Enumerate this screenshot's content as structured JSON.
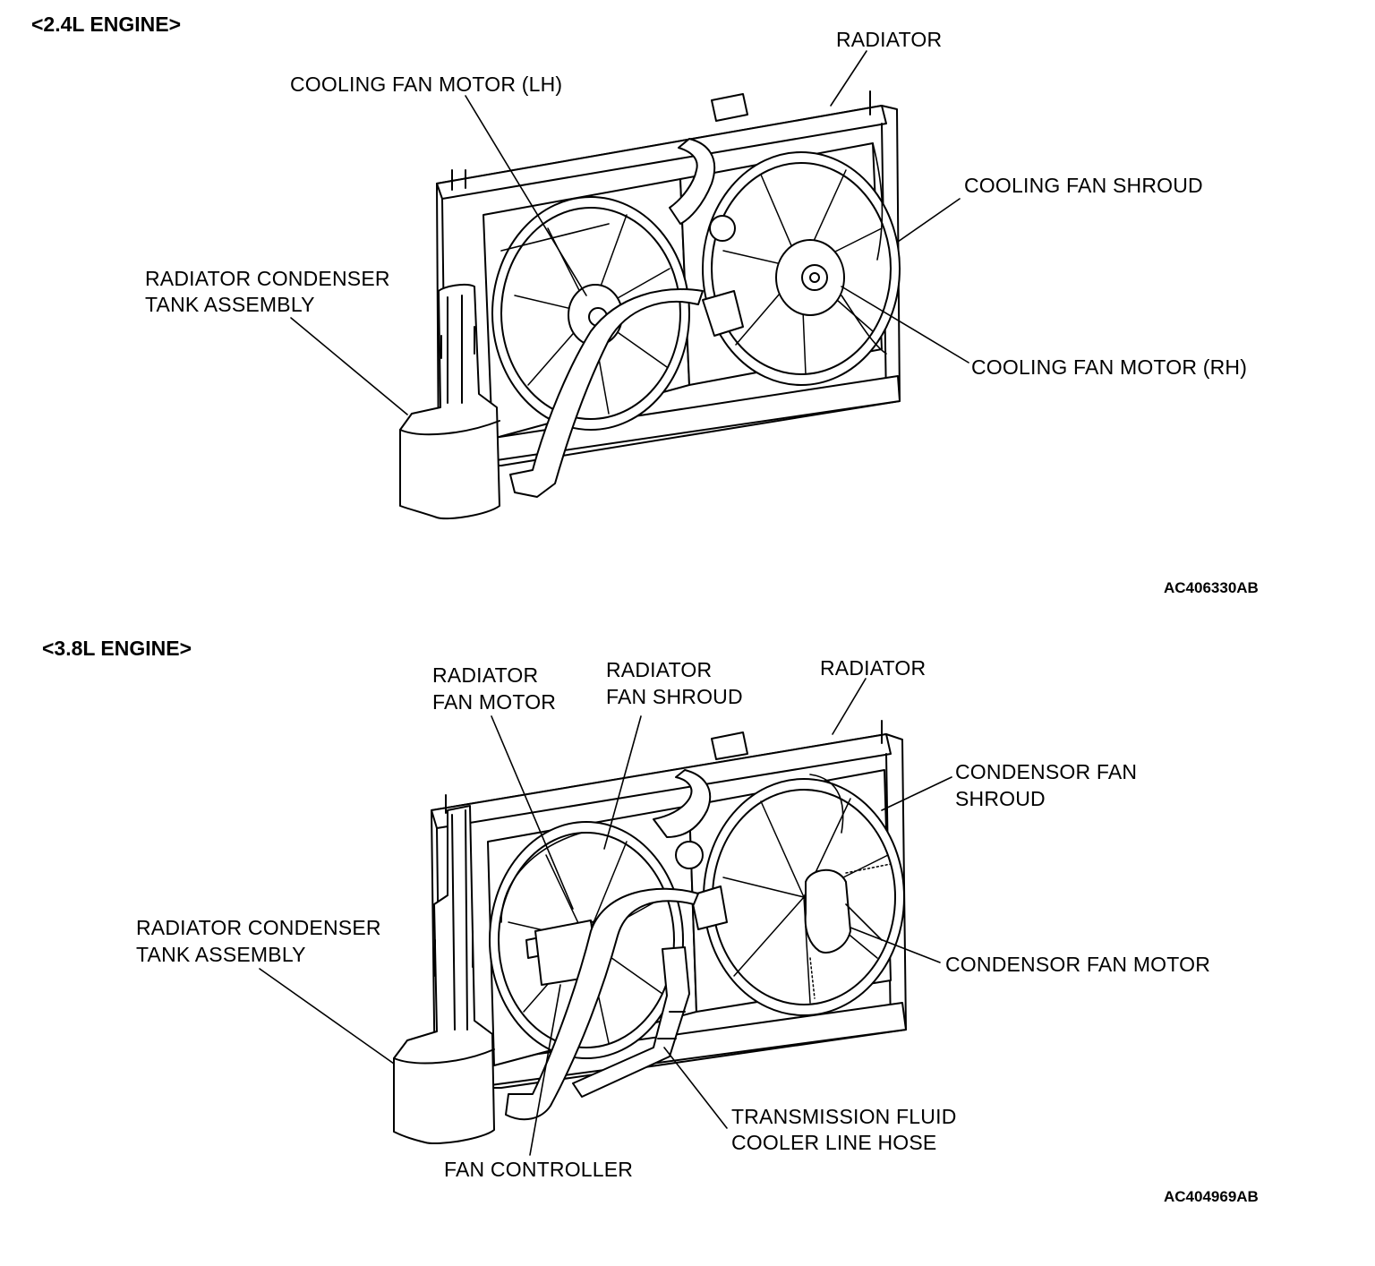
{
  "diagram_24": {
    "header": "<2.4L ENGINE>",
    "figure_code": "AC406330AB",
    "labels": {
      "radiator": "RADIATOR",
      "fan_motor_lh": "COOLING FAN MOTOR (LH)",
      "fan_shroud": "COOLING FAN SHROUD",
      "tank_line1": "RADIATOR CONDENSER",
      "tank_line2": "TANK ASSEMBLY",
      "fan_motor_rh": "COOLING FAN MOTOR (RH)"
    }
  },
  "diagram_38": {
    "header": "<3.8L ENGINE>",
    "figure_code": "AC404969AB",
    "labels": {
      "radiator_fan_motor_line1": "RADIATOR",
      "radiator_fan_motor_line2": "FAN MOTOR",
      "radiator_fan_shroud_line1": "RADIATOR",
      "radiator_fan_shroud_line2": "FAN SHROUD",
      "radiator": "RADIATOR",
      "condensor_fan_shroud_line1": "CONDENSOR FAN",
      "condensor_fan_shroud_line2": "SHROUD",
      "tank_line1": "RADIATOR CONDENSER",
      "tank_line2": "TANK ASSEMBLY",
      "condensor_fan_motor": "CONDENSOR FAN MOTOR",
      "cooler_hose_line1": "TRANSMISSION FLUID",
      "cooler_hose_line2": "COOLER LINE HOSE",
      "fan_controller": "FAN CONTROLLER"
    }
  }
}
